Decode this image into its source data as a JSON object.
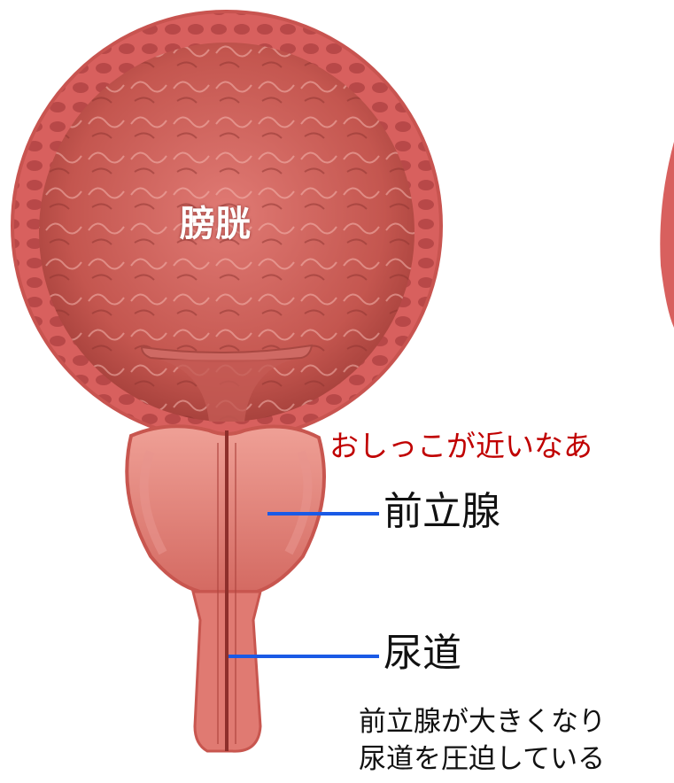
{
  "labels": {
    "bladder": "膀胱",
    "speech": "おしっこが近いなあ",
    "prostate": "前立腺",
    "urethra": "尿道"
  },
  "caption": {
    "line1": "前立腺が大きくなり",
    "line2": "尿道を圧迫している"
  },
  "colors": {
    "tissue": "#d8605e",
    "tissue_dark": "#b84848",
    "tissue_light": "#e88a84",
    "pointer_line": "#1a5ae6",
    "speech_text": "#c00000"
  }
}
